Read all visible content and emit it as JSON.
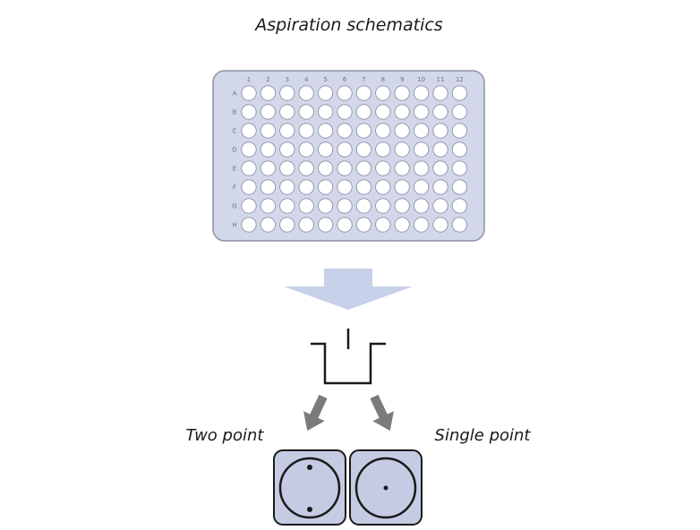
{
  "title": "Aspiration schematics",
  "plate": {
    "columns": [
      "1",
      "2",
      "3",
      "4",
      "5",
      "6",
      "7",
      "8",
      "9",
      "10",
      "11",
      "12"
    ],
    "rows": [
      "A",
      "B",
      "C",
      "D",
      "E",
      "F",
      "G",
      "H"
    ]
  },
  "methods": {
    "two_point": "Two point",
    "single_point": "Single point"
  },
  "colors": {
    "plate_fill": "#d3d7ea",
    "plate_stroke": "#8e92a8",
    "well_fill": "#ffffff",
    "big_arrow": "#c6d0e9",
    "small_arrow": "#7b7b7b",
    "outline": "#1a1a1a"
  }
}
